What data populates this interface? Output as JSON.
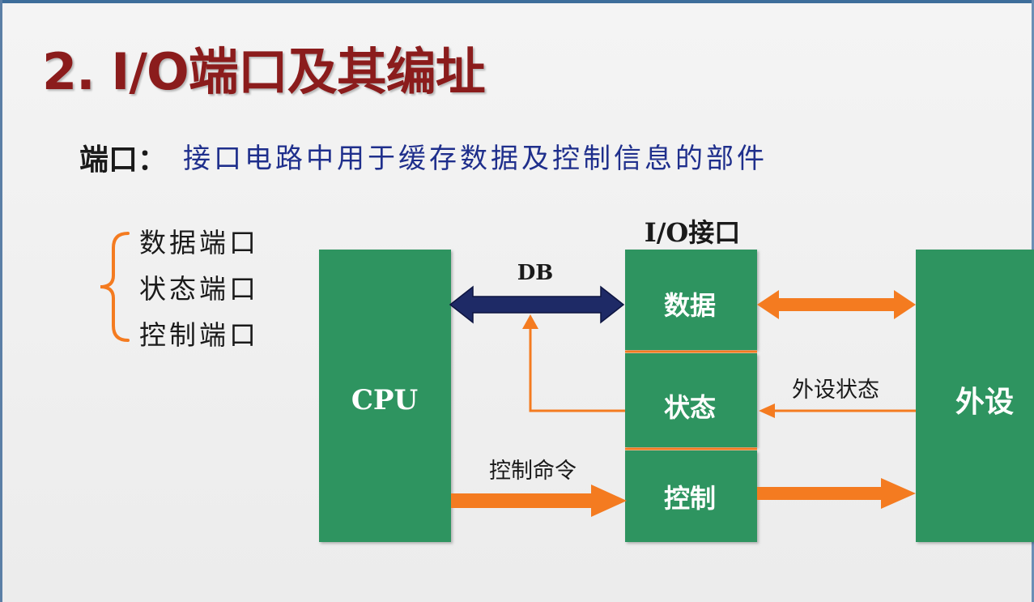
{
  "title": "2. I/O端口及其编址",
  "definition": {
    "term": "端口：",
    "text": "接口电路中用于缓存数据及控制信息的部件"
  },
  "port_types": [
    "数据端口",
    "状态端口",
    "控制端口"
  ],
  "diagram": {
    "cpu_label": "CPU",
    "io_interface_title": "I/O接口",
    "io_sections": [
      "数据",
      "状态",
      "控制"
    ],
    "peripheral_label": "外设",
    "db_label": "DB",
    "peripheral_status_label": "外设状态",
    "control_command_label": "控制命令"
  },
  "colors": {
    "title": "#8b1c1c",
    "definition_text": "#1f2f8c",
    "box_green": "#2e9460",
    "arrow_orange": "#f47b20",
    "db_arrow": "#1e2a66"
  }
}
